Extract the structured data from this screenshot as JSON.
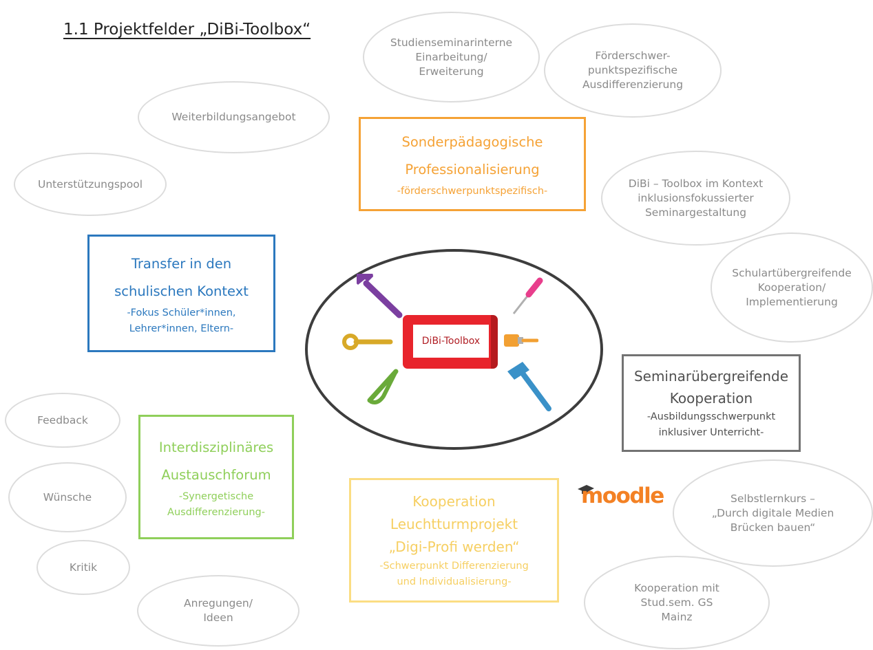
{
  "title": "1.1 Projektfelder „DiBi-Toolbox“",
  "center": {
    "label": "DiBi-Toolbox"
  },
  "boxes": {
    "sonder": {
      "title": "Sonderpädagogische\nProfessionalisierung",
      "subtitle": "-förderschwerpunktspezifisch-",
      "color": "#f5a235"
    },
    "transfer": {
      "title": "Transfer in den\nschulischen Kontext",
      "subtitle": "-Fokus Schüler*innen,\nLehrer*innen, Eltern-",
      "color": "#2b78be"
    },
    "interdisz": {
      "title": "Interdisziplinäres\nAustauschforum",
      "subtitle": "-Synergetische\nAusdifferenzierung-",
      "color": "#8fcf5a"
    },
    "seminar": {
      "title": "Seminarübergreifende\nKooperation",
      "subtitle": "-Ausbildungsschwerpunkt\ninklusiver Unterricht-",
      "color": "#737373"
    },
    "kooperation": {
      "title": "Kooperation\nLeuchtturmprojekt\n„Digi-Profi werden“",
      "subtitle": "-Schwerpunkt Differenzierung\nund Individualisierung-",
      "color": "#fbdd83"
    }
  },
  "ellipses": {
    "studienseminar": "Studienseminarinterne\nEinarbeitung/\nErweiterung",
    "foerderschwer": "Förderschwer-\npunktspezifische\nAusdifferenzierung",
    "weiterbildung": "Weiterbildungsangebot",
    "unterstuetzung": "Unterstützungspool",
    "dibi_kontext": "DiBi – Toolbox im Kontext\ninklusionsfokussierter\nSeminargestaltung",
    "schulart": "Schulartübergreifende\nKooperation/\nImplementierung",
    "feedback": "Feedback",
    "wuensche": "Wünsche",
    "kritik": "Kritik",
    "anregungen": "Anregungen/\nIdeen",
    "selbstlern": "Selbstlernkurs –\n„Durch digitale Medien\nBrücken bauen“",
    "studsem": "Kooperation mit\nStud.sem. GS\nMainz"
  },
  "logo": {
    "text": "moodle",
    "color": "#f38124"
  }
}
